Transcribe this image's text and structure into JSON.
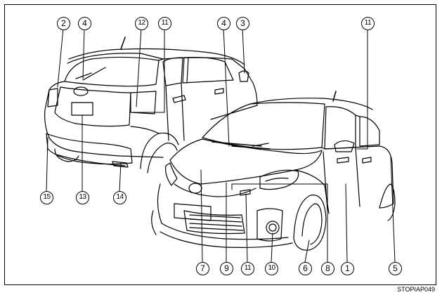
{
  "diagram": {
    "image_code": "STOPIAP049",
    "callouts": [
      {
        "id": "c2-top",
        "label": "2"
      },
      {
        "id": "c4-top-left",
        "label": "4"
      },
      {
        "id": "c12-top",
        "label": "12"
      },
      {
        "id": "c11-top-left",
        "label": "11"
      },
      {
        "id": "c4-top-mid",
        "label": "4"
      },
      {
        "id": "c3-top",
        "label": "3"
      },
      {
        "id": "c11-top-right",
        "label": "11"
      },
      {
        "id": "c15-bottom",
        "label": "15"
      },
      {
        "id": "c13-bottom",
        "label": "13"
      },
      {
        "id": "c14-bottom",
        "label": "14"
      },
      {
        "id": "c7-bottom",
        "label": "7"
      },
      {
        "id": "c9-bottom",
        "label": "9"
      },
      {
        "id": "c11-bottom",
        "label": "11"
      },
      {
        "id": "c10-bottom",
        "label": "10"
      },
      {
        "id": "c6-bottom",
        "label": "6"
      },
      {
        "id": "c8-bottom",
        "label": "8"
      },
      {
        "id": "c1-bottom",
        "label": "1"
      },
      {
        "id": "c5-bottom",
        "label": "5"
      }
    ]
  }
}
